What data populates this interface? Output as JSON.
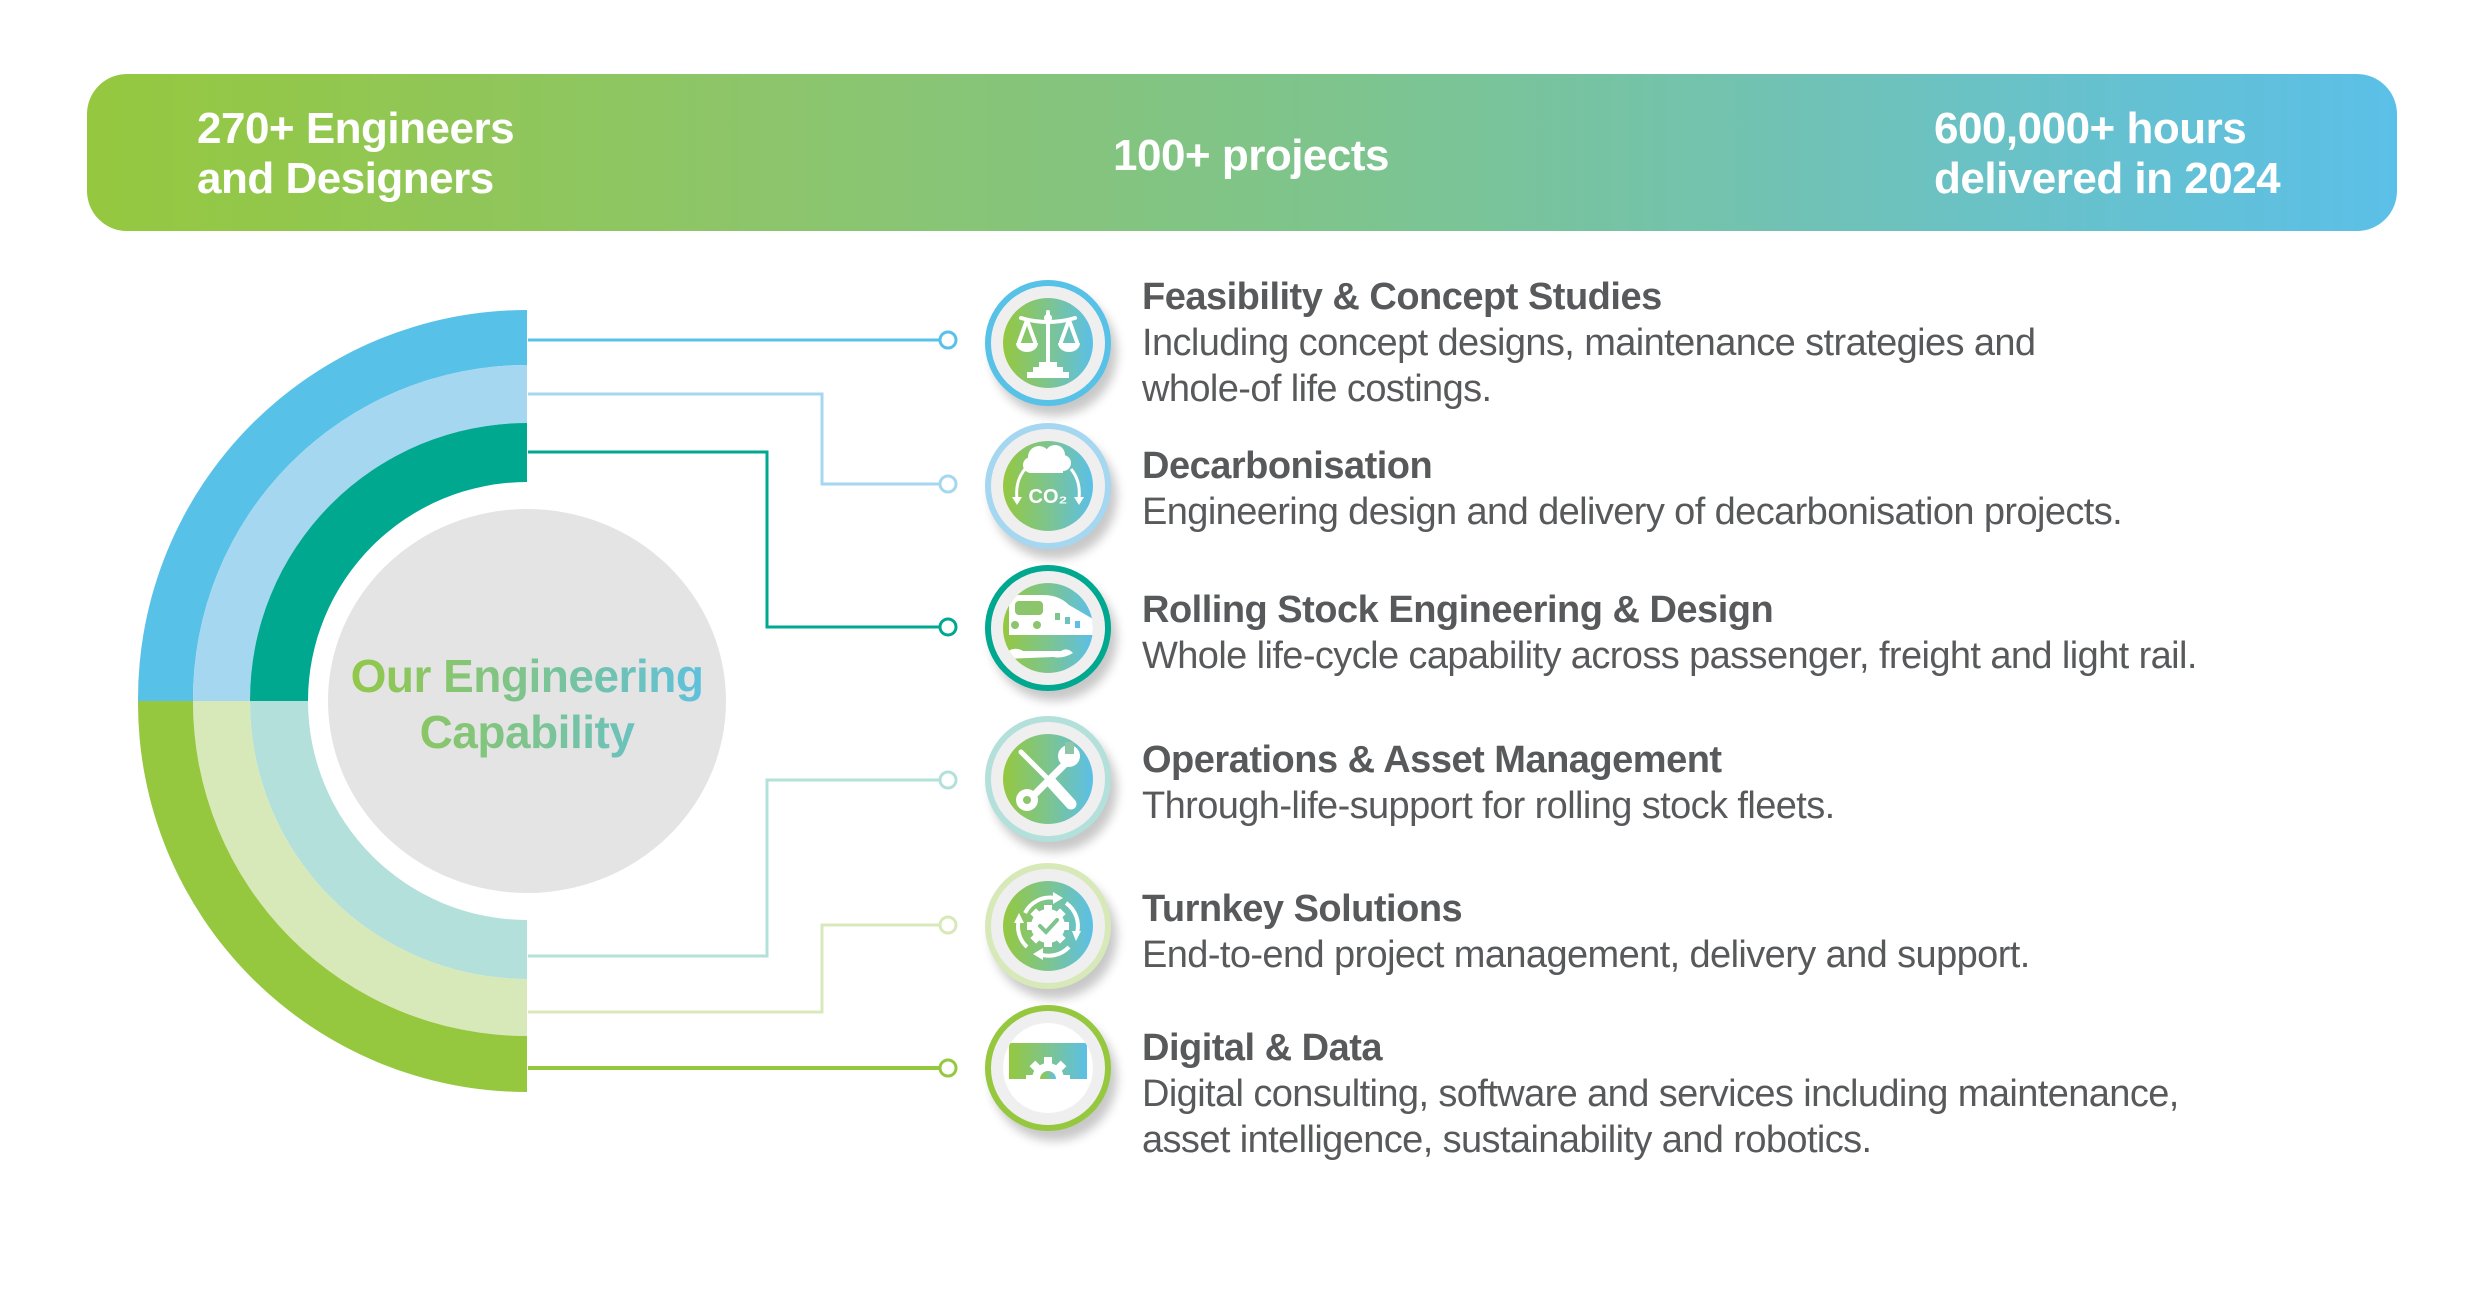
{
  "banner": {
    "stats": [
      {
        "line1": "270+ Engineers",
        "line2": "and Designers"
      },
      {
        "line1": "100+ projects"
      },
      {
        "line1": "600,000+ hours",
        "line2": "delivered in 2024"
      }
    ],
    "gradient": [
      "#95c83f",
      "#5bc0e8"
    ]
  },
  "center": {
    "line1": "Our Engineering",
    "line2": "Capability"
  },
  "items": [
    {
      "title": "Feasibility & Concept Studies",
      "desc1": "Including concept designs, maintenance strategies and",
      "desc2": "whole-of life costings.",
      "icon": "scales-icon",
      "color": "#58c1e8"
    },
    {
      "title": "Decarbonisation",
      "desc1": "Engineering design and delivery of decarbonisation projects.",
      "icon": "co2-cloud-icon",
      "color": "#a5d7f1",
      "icon_text": "CO₂"
    },
    {
      "title": "Rolling Stock Engineering & Design",
      "desc1": "Whole life-cycle capability across passenger, freight and light rail.",
      "icon": "train-icon",
      "color": "#00a88f"
    },
    {
      "title": "Operations & Asset Management",
      "desc1": "Through-life-support for rolling stock fleets.",
      "icon": "tools-icon",
      "color": "#b3e0db"
    },
    {
      "title": "Turnkey Solutions",
      "desc1": "End-to-end project management, delivery and support.",
      "icon": "gear-cycle-icon",
      "color": "#d8e9b9"
    },
    {
      "title": "Digital & Data",
      "desc1": "Digital consulting, software and services including maintenance,",
      "desc2": "asset intelligence, sustainability and robotics.",
      "icon": "digital-gear-icon",
      "color": "#95c83f"
    }
  ]
}
